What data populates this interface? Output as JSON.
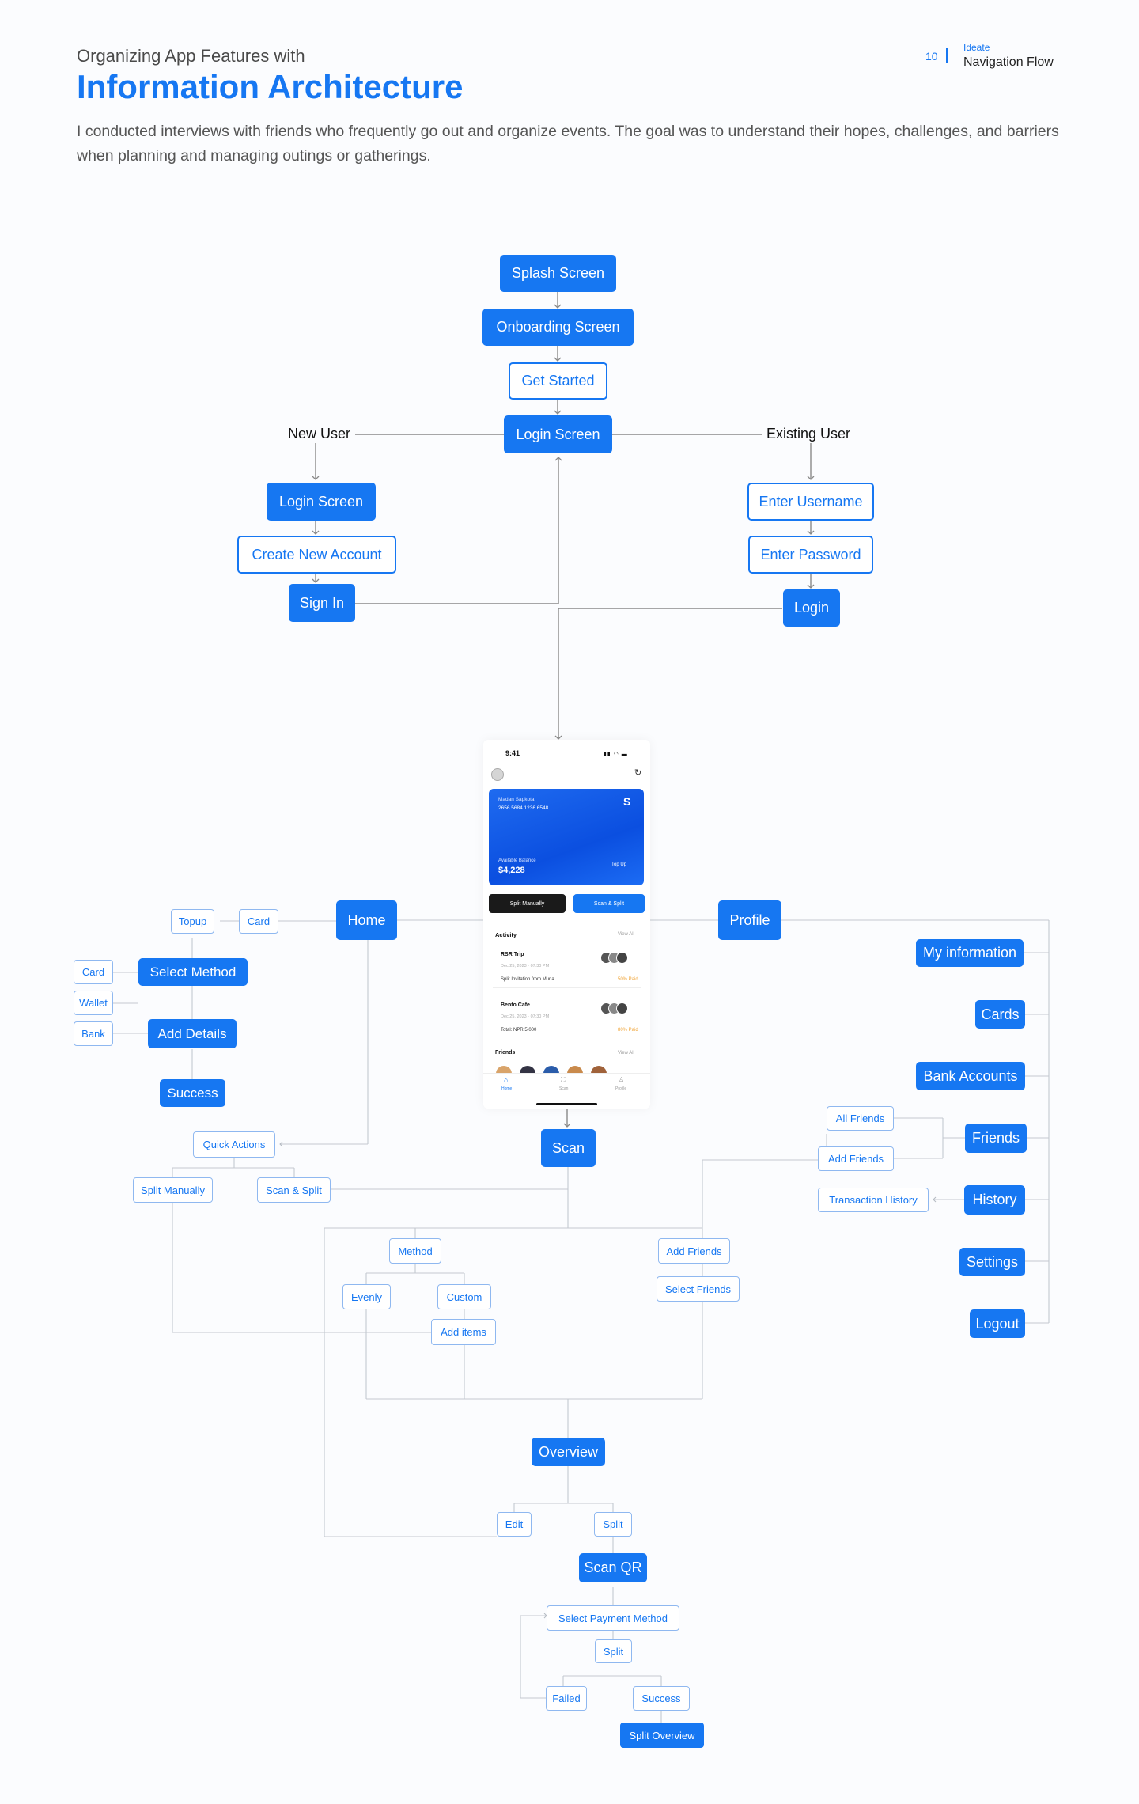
{
  "header": {
    "subtitle": "Organizing App Features with",
    "title": "Information Architecture",
    "description": "I conducted interviews with friends who frequently go out and organize events. The goal was to understand their hopes, challenges, and barriers when planning and managing outings or gatherings.",
    "page_number": "10",
    "section": "Ideate",
    "page_title": "Navigation Flow"
  },
  "flow": {
    "splash": "Splash Screen",
    "onboarding": "Onboarding Screen",
    "get_started": "Get Started",
    "login_screen": "Login Screen",
    "new_user": "New User",
    "existing_user": "Existing User",
    "new_login_screen": "Login Screen",
    "create_account": "Create New Account",
    "sign_in": "Sign In",
    "enter_username": "Enter Username",
    "enter_password": "Enter Password",
    "login": "Login",
    "home": "Home",
    "topup": "Topup",
    "card": "Card",
    "select_method": "Select Method",
    "card2": "Card",
    "wallet": "Wallet",
    "bank": "Bank",
    "add_details": "Add Details",
    "success": "Success",
    "quick_actions": "Quick Actions",
    "split_manually": "Split Manually",
    "scan_split": "Scan & Split",
    "scan": "Scan",
    "method": "Method",
    "evenly": "Evenly",
    "custom": "Custom",
    "add_items": "Add items",
    "add_friends": "Add Friends",
    "select_friends": "Select Friends",
    "overview": "Overview",
    "edit": "Edit",
    "split": "Split",
    "scan_qr": "Scan QR",
    "select_payment": "Select Payment Method",
    "split2": "Split",
    "failed": "Failed",
    "success2": "Success",
    "split_overview": "Split Overview",
    "profile": "Profile",
    "my_information": "My information",
    "cards": "Cards",
    "bank_accounts": "Bank Accounts",
    "friends": "Friends",
    "all_friends": "All Friends",
    "add_friends2": "Add Friends",
    "history": "History",
    "transaction_history": "Transaction History",
    "settings": "Settings",
    "logout": "Logout"
  },
  "phone": {
    "time": "9:41",
    "card_name": "Madan Sapkota",
    "card_number": "2656 5684 1236 6548",
    "balance_label": "Available Balance",
    "balance": "$4,228",
    "top_up": "Top Up",
    "split_manually": "Split Manually",
    "scan_split": "Scan & Split",
    "activity": "Activity",
    "view_all": "View All",
    "items": [
      {
        "title": "RSR Trip",
        "date": "Dec 25, 2023 · 07:30 PM",
        "detail": "Split Invitation from Muna",
        "status": "50% Paid"
      },
      {
        "title": "Bento Cafe",
        "date": "Dec 25, 2023 · 07:30 PM",
        "detail": "Total: NPR 5,000",
        "status": "80% Paid"
      }
    ],
    "friends": "Friends",
    "friends_view_all": "View All",
    "tab_home": "Home",
    "tab_scan": "Scan",
    "tab_profile": "Profile"
  },
  "colors": {
    "accent": "#1677f2",
    "wire": "#8a8a8a",
    "wire_light": "#c4c9d0",
    "paid": "#f0a436"
  }
}
